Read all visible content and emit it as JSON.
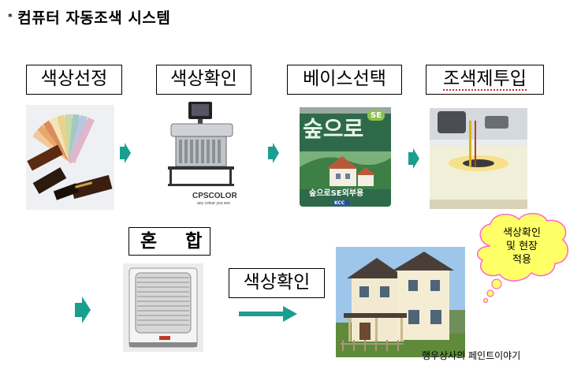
{
  "title": {
    "bullet": "*",
    "text": "컴퓨터 자동조색 시스템"
  },
  "steps": [
    {
      "label": "색상선정"
    },
    {
      "label": "색상확인"
    },
    {
      "label": "베이스선택"
    },
    {
      "label": "조색제투입"
    },
    {
      "label": "혼 합"
    },
    {
      "label": "색상확인"
    }
  ],
  "product_text": {
    "machine_brand": "CPSCOLOR",
    "machine_tagline": "any colour you see",
    "can_brand": "숲으로",
    "can_badge": "SE",
    "can_product": "숲으로SE외부용",
    "can_maker": "KCC"
  },
  "callout": {
    "line1": "색상확인",
    "line2": "및 현장",
    "line3": "적용"
  },
  "caption": "행우상사의 페인트이야기",
  "colors": {
    "arrow": "#1a9e90",
    "cloud_fill": "#ffff66",
    "cloud_stroke": "#ff66cc"
  }
}
